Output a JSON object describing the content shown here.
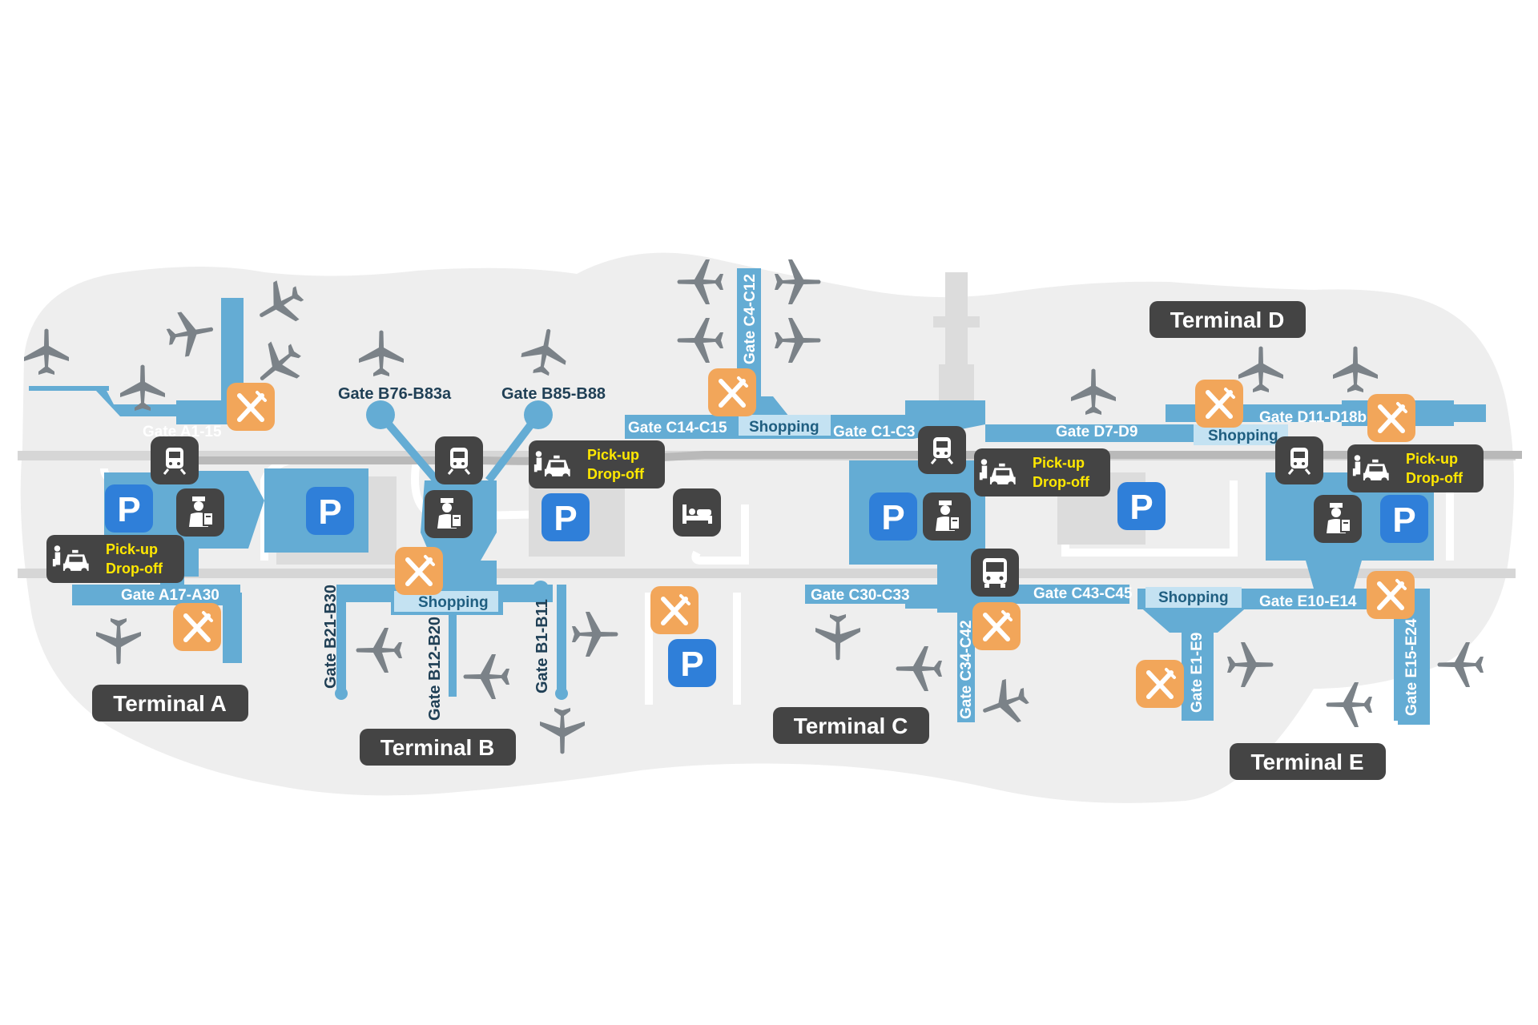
{
  "terminals": {
    "a": "Terminal A",
    "b": "Terminal B",
    "c": "Terminal C",
    "d": "Terminal D",
    "e": "Terminal E"
  },
  "gates": {
    "a1": "Gate A1-15",
    "a17": "Gate A17-A30",
    "b76": "Gate B76-B83a",
    "b85": "Gate B85-B88",
    "b21": "Gate B21-B30",
    "b12": "Gate B12-B20",
    "b1": "Gate B1-B11",
    "c4": "Gate C4-C12",
    "c14": "Gate C14-C15",
    "c1": "Gate C1-C3",
    "c30": "Gate C30-C33",
    "c34": "Gate C34-C42",
    "c43": "Gate C43-C45",
    "d7": "Gate D7-D9",
    "d11": "Gate D11-D18b",
    "e10": "Gate E10-E14",
    "e1": "Gate E1-E9",
    "e15": "Gate E15-E24"
  },
  "shopping": "Shopping",
  "pickup": {
    "line1": "Pick-up",
    "line2": "Drop-off"
  },
  "parking_letter": "P",
  "colors": {
    "terminal_blue": "#64acd4",
    "parking_blue": "#2f7fd9",
    "dark_badge": "#444444",
    "restaurant_orange": "#f2a65a",
    "plane_gray": "#7b8288",
    "ground": "#eeeeee",
    "pickup_text": "#ffe800"
  },
  "icons": [
    "plane-icon",
    "restaurant-icon",
    "train-icon",
    "security-icon",
    "taxi-pickup-icon",
    "parking-icon",
    "hotel-icon",
    "bus-icon"
  ]
}
